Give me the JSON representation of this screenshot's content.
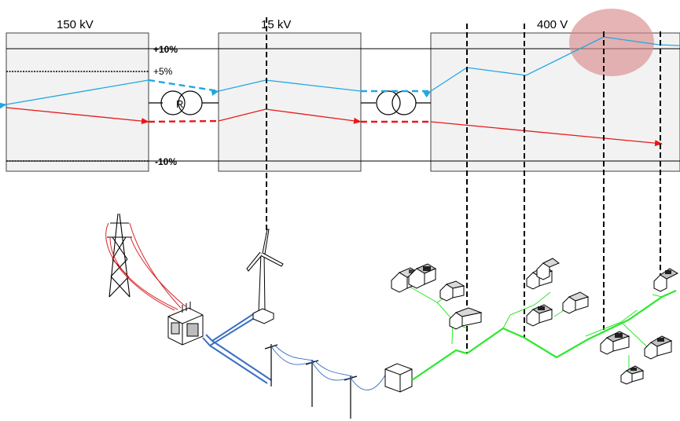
{
  "labels": {
    "zone_hv": "150 kV",
    "zone_mv": "15 kV",
    "zone_lv": "400 V",
    "limit_upper": "+10%",
    "limit_mid": "+5%",
    "limit_lower": "-10%",
    "regulator_tag": "R"
  },
  "colors": {
    "red_profile": "#e8191b",
    "blue_profile": "#1fa8e2",
    "mv_cable": "#3a6fc4",
    "lv_network": "#2ee82e",
    "tower_wires": "#d8262b",
    "zone_fill": "#f2f2f2",
    "highlight": "#d98c8c"
  },
  "icons": [
    "transmission-tower-icon",
    "substation-transformer-icon",
    "wind-turbine-icon",
    "utility-pole-icon",
    "distribution-cabinet-icon",
    "house-icon",
    "solar-house-icon",
    "regulating-transformer-icon",
    "transformer-icon"
  ]
}
